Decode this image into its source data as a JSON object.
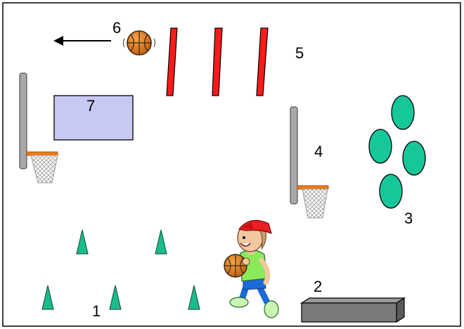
{
  "stations": {
    "s1": "1",
    "s2": "2",
    "s3": "3",
    "s4": "4",
    "s5": "5",
    "s6": "6",
    "s7": "7"
  },
  "colors": {
    "frame": "#000000",
    "cone": "#1abc8c",
    "cone_stroke": "#1c5c44",
    "pad": "#16c79a",
    "hurdle": "#ff1a1a",
    "mat": "#c8c8f5",
    "bench": "#7a7a7a",
    "ball": "#e07a1a",
    "rim": "#f07a10",
    "pole": "#a8a8a8"
  },
  "icons": {
    "arrow": "left-arrow-icon",
    "ball": "basketball-icon",
    "player": "cartoon-player-icon",
    "hoop": "basketball-hoop-icon"
  }
}
